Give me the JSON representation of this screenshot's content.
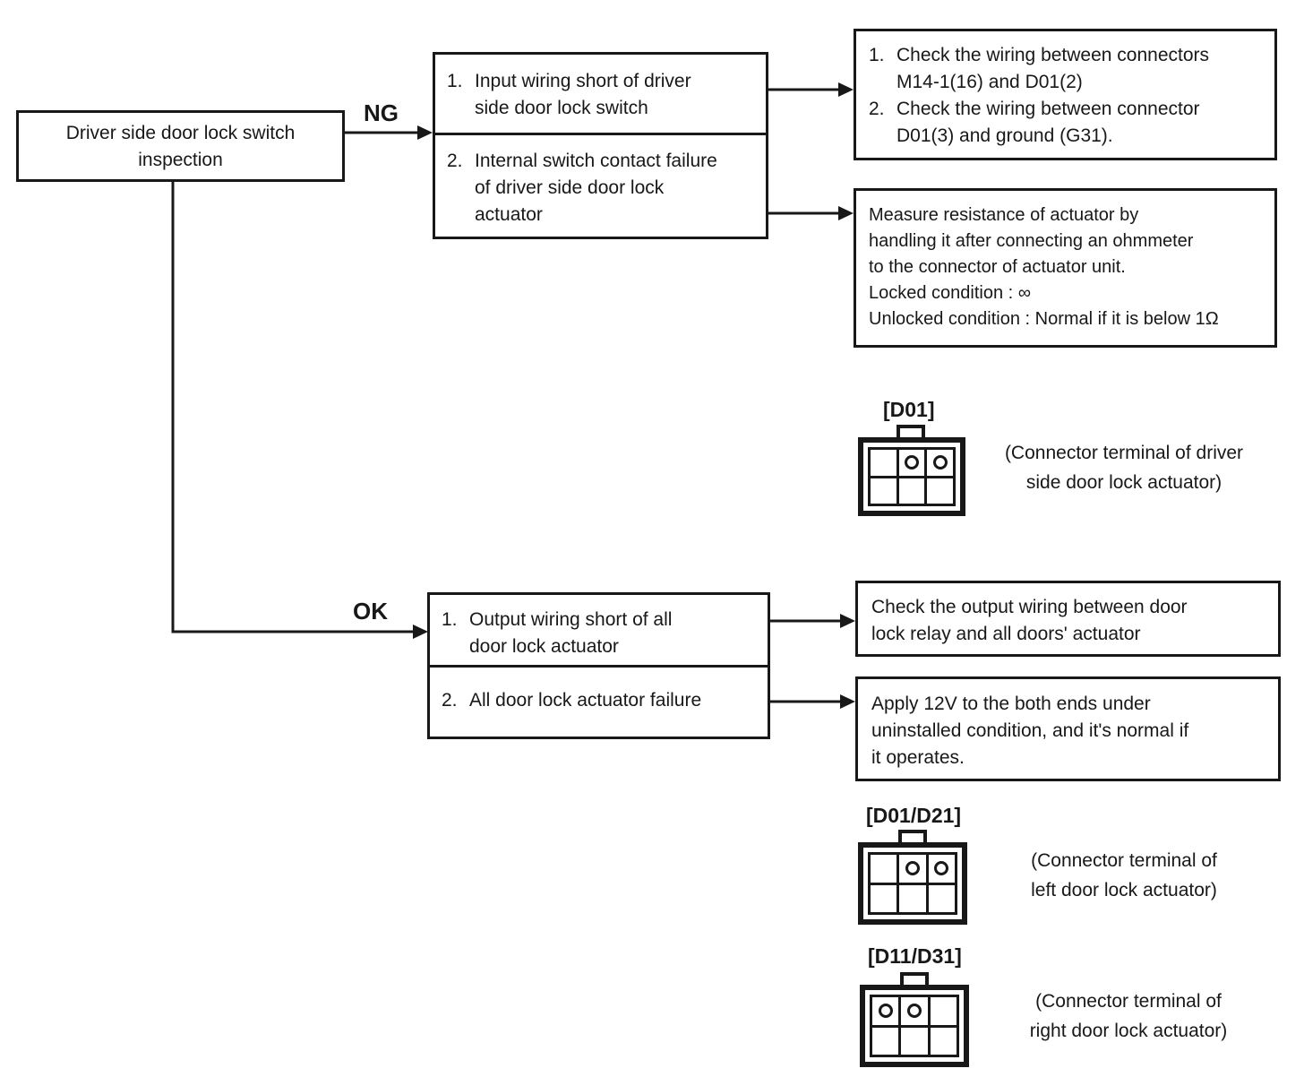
{
  "page": {
    "background": "#ffffff",
    "ink": "#181818",
    "kind": "service-manual flowchart"
  },
  "flow": {
    "start_text": "Driver side door lock switch\ninspection",
    "ng_label": "NG",
    "ok_label": "OK",
    "ng_cause_items": [
      {
        "num": "1.",
        "text": "Input wiring short of driver\nside door lock switch"
      },
      {
        "num": "2.",
        "text": "Internal switch contact failure\nof driver side door lock\nactuator"
      }
    ],
    "ng_check_items": [
      {
        "num": "1.",
        "text": "Check the wiring between connectors\nM14-1(16) and D01(2)"
      },
      {
        "num": "2.",
        "text": "Check the wiring between connector\nD01(3) and ground (G31)."
      }
    ],
    "ng_measure_text": "Measure resistance of actuator by\nhandling it after connecting an ohmmeter\nto the connector of actuator unit.\nLocked condition : ∞\nUnlocked condition : Normal if it is below 1Ω",
    "ok_cause_items": [
      {
        "num": "1.",
        "text": "Output wiring short of all\ndoor lock actuator"
      },
      {
        "num": "2.",
        "text": "All door lock actuator failure"
      }
    ],
    "ok_check_text": "Check the output wiring between door\nlock relay and all doors' actuator",
    "ok_apply_text": "Apply 12V to the both ends under\nuninstalled condition, and it's normal if\nit operates."
  },
  "connectors": [
    {
      "id": "[D01]",
      "caption": "(Connector terminal of driver\nside door lock actuator)",
      "holes": [
        "top-middle",
        "top-right"
      ]
    },
    {
      "id": "[D01/D21]",
      "caption": "(Connector terminal of\nleft door lock actuator)",
      "holes": [
        "top-middle",
        "top-right"
      ]
    },
    {
      "id": "[D11/D31]",
      "caption": "(Connector terminal of\nright door lock actuator)",
      "holes": [
        "top-left",
        "top-middle"
      ]
    }
  ]
}
